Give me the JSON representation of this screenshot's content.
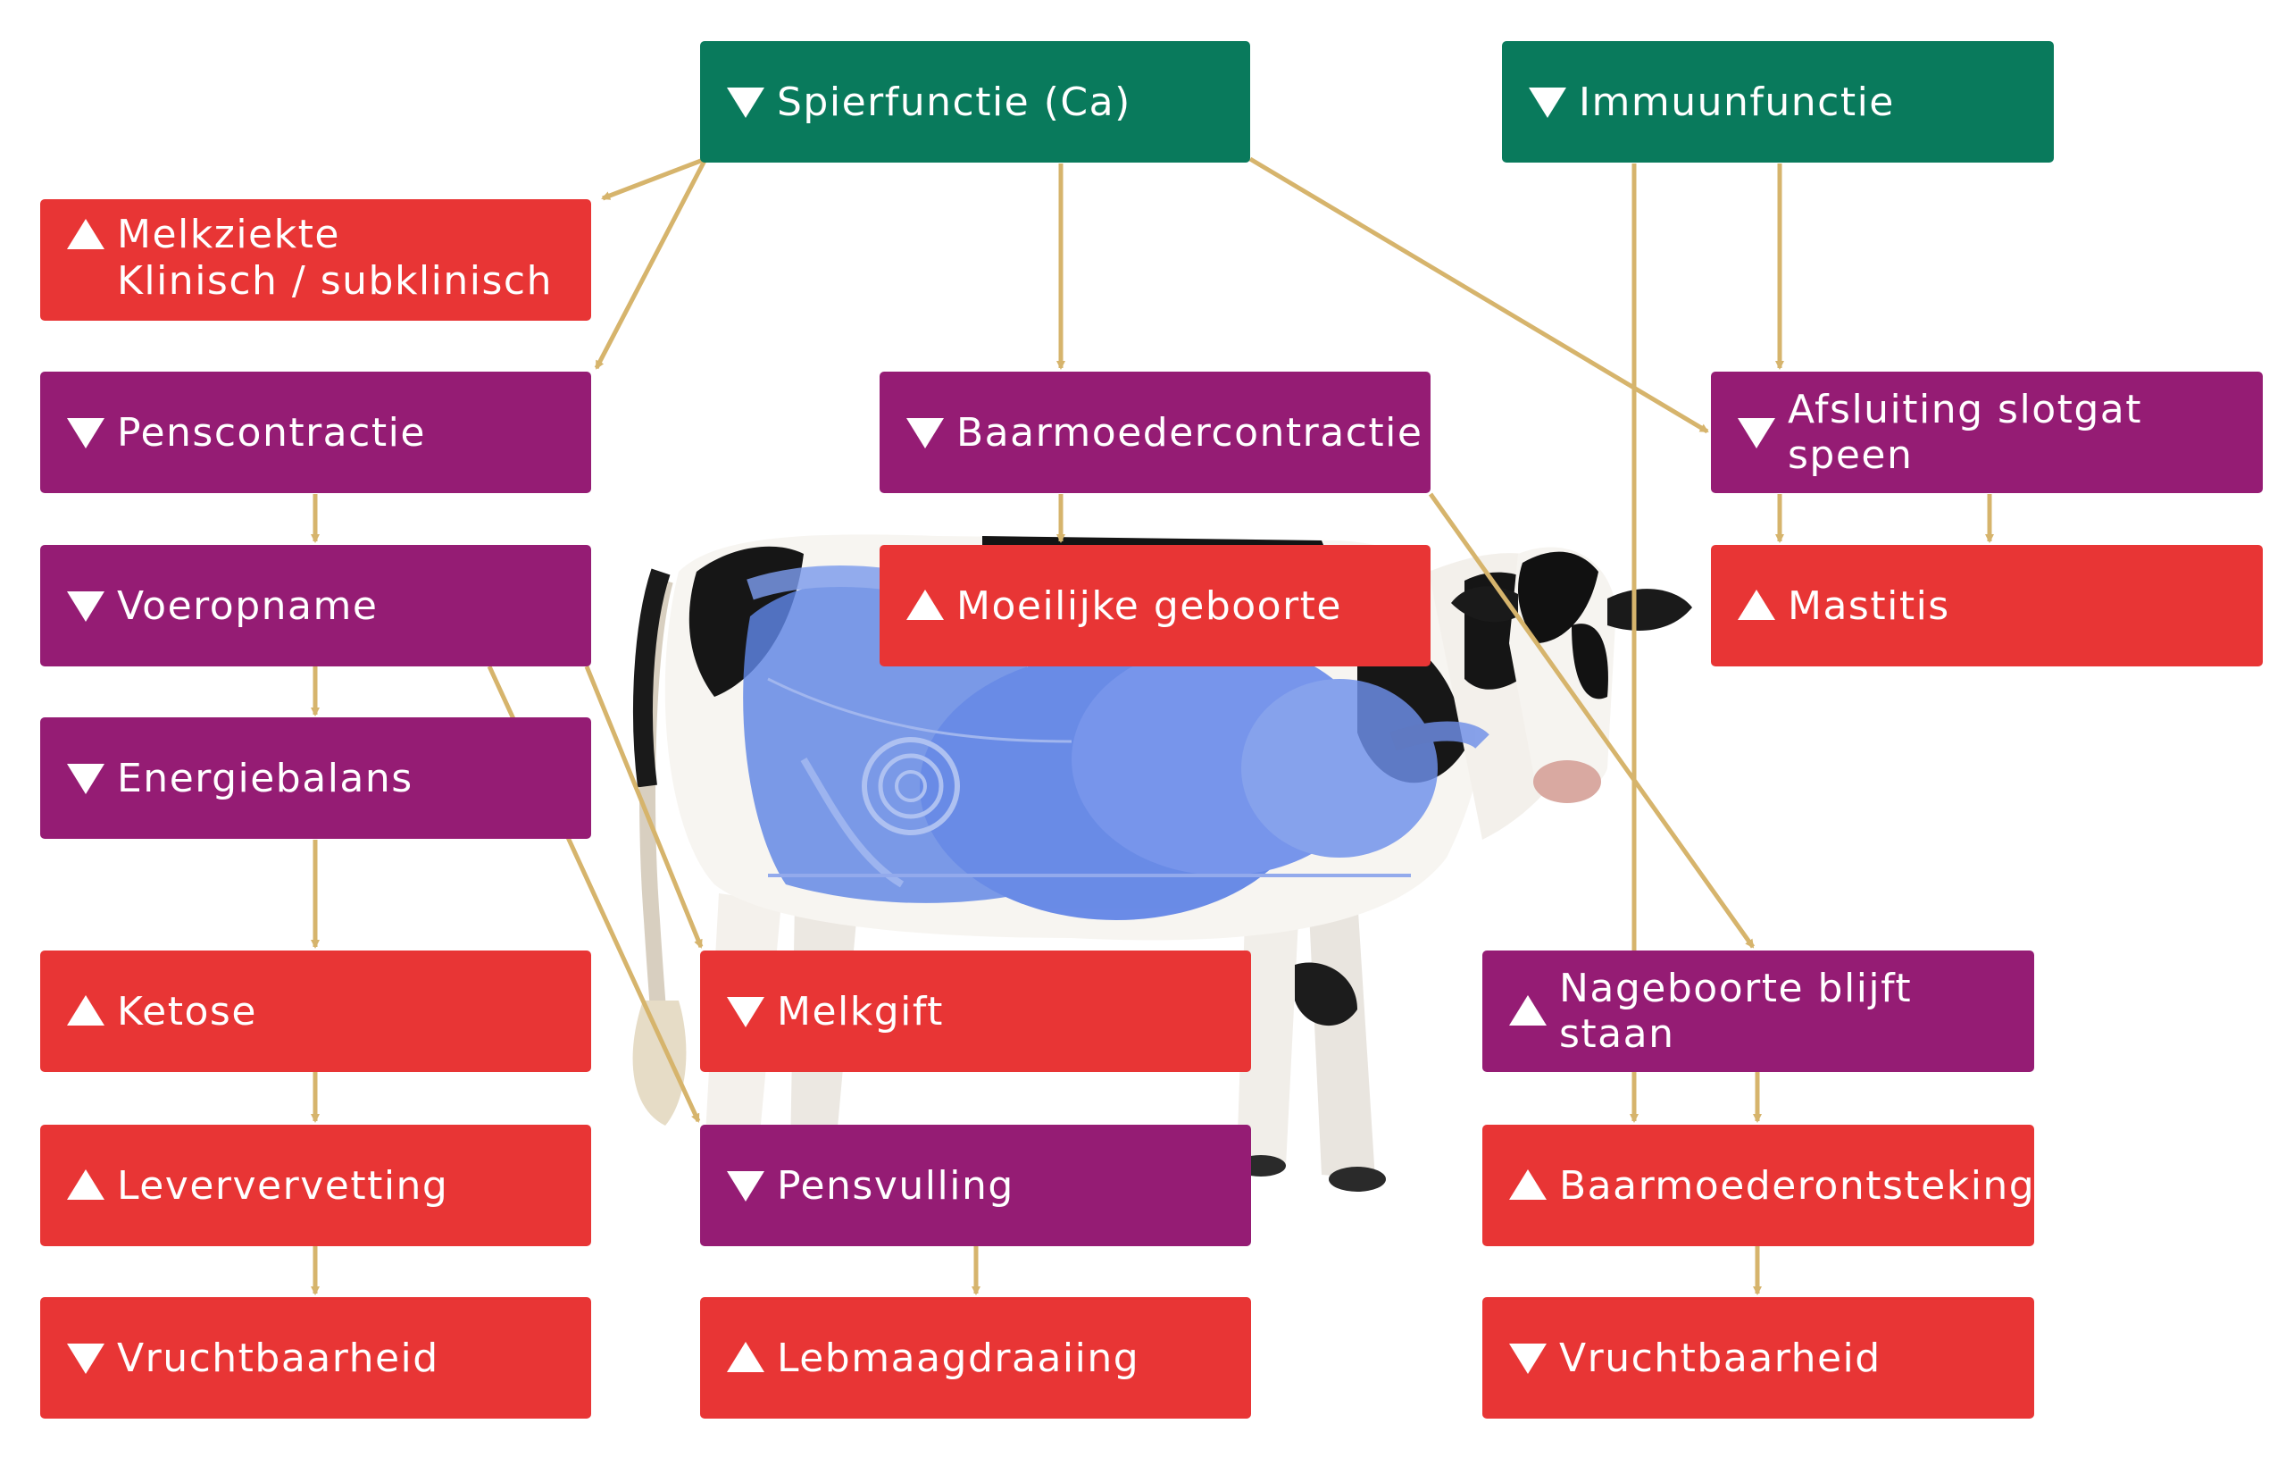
{
  "nodes": {
    "spierfunctie": {
      "label": "Spierfunctie (Ca)",
      "direction": "down"
    },
    "immuunfunctie": {
      "label": "Immuunfunctie",
      "direction": "down"
    },
    "melkziekte": {
      "label": "Melkziekte",
      "label2": "Klinisch / subklinisch",
      "direction": "up"
    },
    "penscontractie": {
      "label": "Penscontractie",
      "direction": "down"
    },
    "baarmoedercontractie": {
      "label": "Baarmoedercontractie",
      "direction": "down"
    },
    "afsluiting": {
      "label": "Afsluiting slotgat speen",
      "direction": "down"
    },
    "voeropname": {
      "label": "Voeropname",
      "direction": "down"
    },
    "moeilijke_geboorte": {
      "label": "Moeilijke geboorte",
      "direction": "up"
    },
    "mastitis": {
      "label": "Mastitis",
      "direction": "up"
    },
    "energiebalans": {
      "label": "Energiebalans",
      "direction": "down"
    },
    "ketose": {
      "label": "Ketose",
      "direction": "up"
    },
    "melkgift": {
      "label": "Melkgift",
      "direction": "down"
    },
    "nageboorte": {
      "label": "Nageboorte blijft staan",
      "direction": "up"
    },
    "leververvetting": {
      "label": "Leververvetting",
      "direction": "up"
    },
    "pensvulling": {
      "label": "Pensvulling",
      "direction": "down"
    },
    "baarmoederontsteking": {
      "label": "Baarmoederontsteking",
      "direction": "up"
    },
    "vruchtbaarheid_left": {
      "label": "Vruchtbaarheid",
      "direction": "down"
    },
    "lebmaagdraaiing": {
      "label": "Lebmaagdraaiing",
      "direction": "up"
    },
    "vruchtbaarheid_right": {
      "label": "Vruchtbaarheid",
      "direction": "down"
    }
  },
  "colors": {
    "green": "#097a5c",
    "red": "#e83535",
    "purple": "#951c74",
    "arrow": "#d6b46c"
  },
  "illustration": "holstein-cow-anatomy"
}
